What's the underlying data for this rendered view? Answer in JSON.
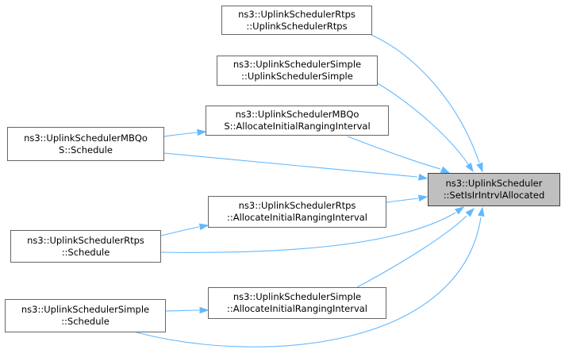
{
  "colors": {
    "edge": "#63b8ff",
    "node_border": "#666666",
    "target_fill": "#bfbfbf"
  },
  "nodes": {
    "target": {
      "line1": "ns3::UplinkScheduler",
      "line2": "::SetIsIrIntrvlAllocated"
    },
    "rtps_ctor": {
      "line1": "ns3::UplinkSchedulerRtps",
      "line2": "::UplinkSchedulerRtps"
    },
    "simple_ctor": {
      "line1": "ns3::UplinkSchedulerSimple",
      "line2": "::UplinkSchedulerSimple"
    },
    "mbqos_alloc": {
      "line1": "ns3::UplinkSchedulerMBQo",
      "line2": "S::AllocateInitialRangingInterval"
    },
    "mbqos_schedule": {
      "line1": "ns3::UplinkSchedulerMBQo",
      "line2": "S::Schedule"
    },
    "rtps_alloc": {
      "line1": "ns3::UplinkSchedulerRtps",
      "line2": "::AllocateInitialRangingInterval"
    },
    "rtps_schedule": {
      "line1": "ns3::UplinkSchedulerRtps",
      "line2": "::Schedule"
    },
    "simple_alloc": {
      "line1": "ns3::UplinkSchedulerSimple",
      "line2": "::AllocateInitialRangingInterval"
    },
    "simple_schedule": {
      "line1": "ns3::UplinkSchedulerSimple",
      "line2": "::Schedule"
    }
  }
}
